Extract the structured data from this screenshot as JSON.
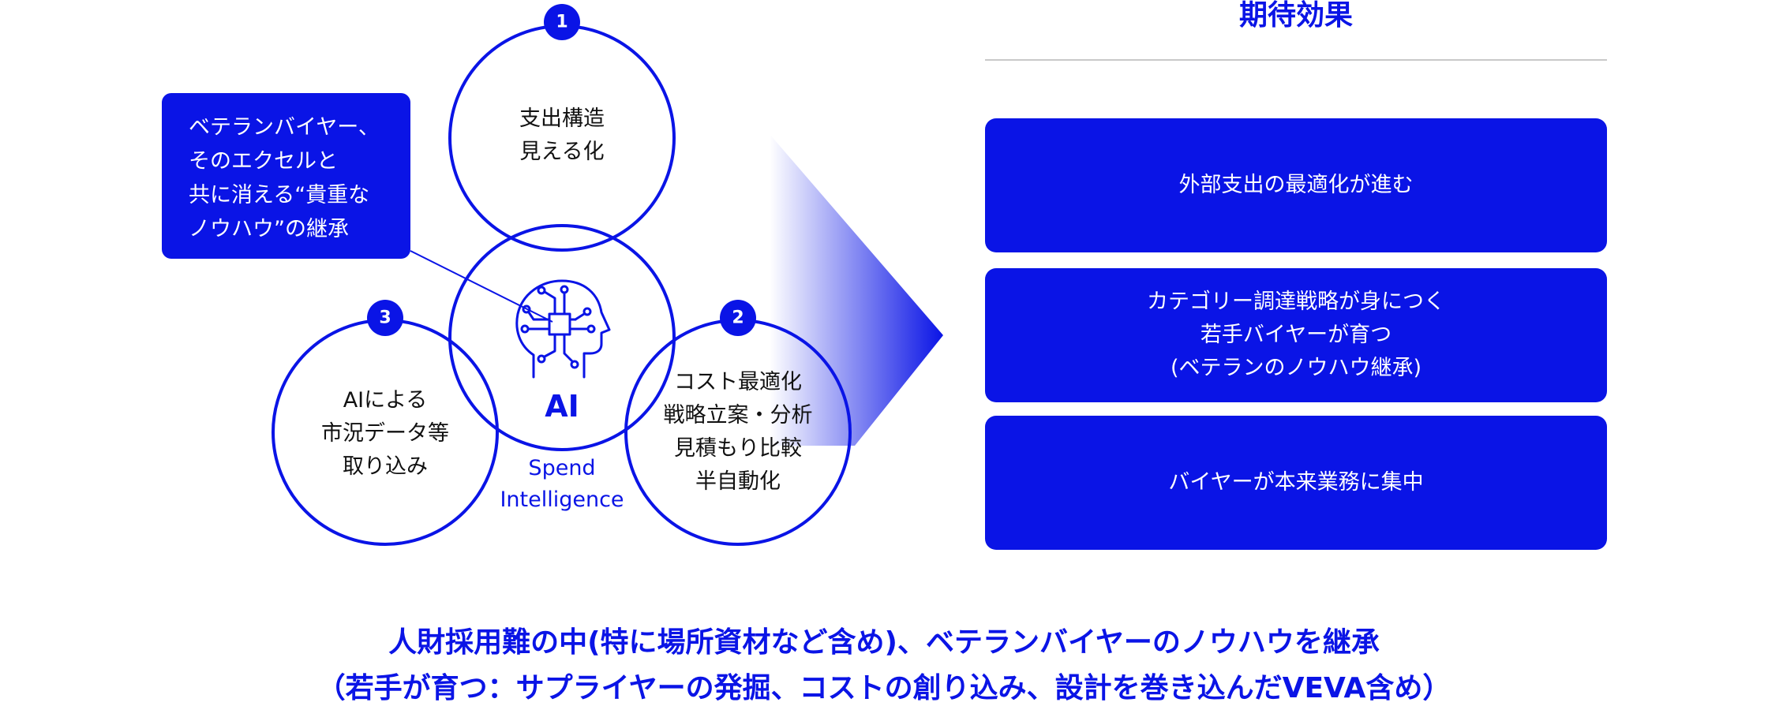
{
  "circles": {
    "top": {
      "number": "1",
      "lines": [
        "支出構造",
        "見える化"
      ]
    },
    "right": {
      "number": "2",
      "lines": [
        "コスト最適化",
        "戦略立案・分析",
        "見積もり比較",
        "半自動化"
      ]
    },
    "left": {
      "number": "3",
      "lines": [
        "AIによる",
        "市況データ等",
        "取り込み"
      ]
    }
  },
  "callout": {
    "lines": [
      "ベテランバイヤー、",
      "そのエクセルと",
      "共に消える“貴重な",
      "ノウハウ”の継承"
    ]
  },
  "center": {
    "ai_label": "AI",
    "spend_label_1": "Spend",
    "spend_label_2": "Intelligence",
    "icon": "ai-brain-chip-icon"
  },
  "effects": {
    "title": "期待効果",
    "items": [
      {
        "text": "外部支出の最適化が進む"
      },
      {
        "text": "カテゴリー調達戦略が身につく\n若手バイヤーが育つ\n(ベテランのノウハウ継承)"
      },
      {
        "text": "バイヤーが本来業務に集中"
      }
    ]
  },
  "footer": {
    "line1": "人財採用難の中(特に場所資材など含め)、ベテランバイヤーのノウハウを継承",
    "line2": "（若手が育つ：サプライヤーの発掘、コストの創り込み、設計を巻き込んだVEVA含め）"
  },
  "colors": {
    "accent": "#0a14e6",
    "divider": "#c9c9c9",
    "text": "#111111"
  }
}
